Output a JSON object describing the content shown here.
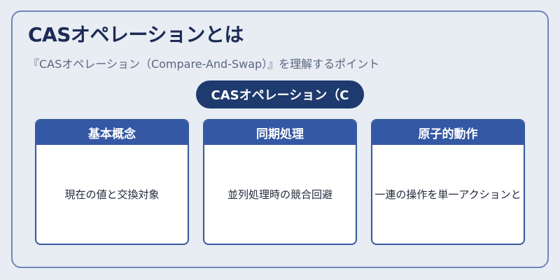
{
  "title": "CASオペレーションとは",
  "subtitle": "『CASオペレーション（Compare-And-Swap）』を理解するポイント",
  "center_node": "CASオペレーション（C",
  "cards": [
    {
      "header": "基本概念",
      "body": "現在の値と交換対象"
    },
    {
      "header": "同期処理",
      "body": "並列処理時の競合回避"
    },
    {
      "header": "原子的動作",
      "body": "一連の操作を単一アクションと"
    }
  ],
  "colors": {
    "background": "#e8edf3",
    "frame_border": "#6f86b8",
    "title": "#1c2b55",
    "pill": "#1e3a6e",
    "card_header": "#3458a3",
    "card_border": "#3657a0"
  }
}
